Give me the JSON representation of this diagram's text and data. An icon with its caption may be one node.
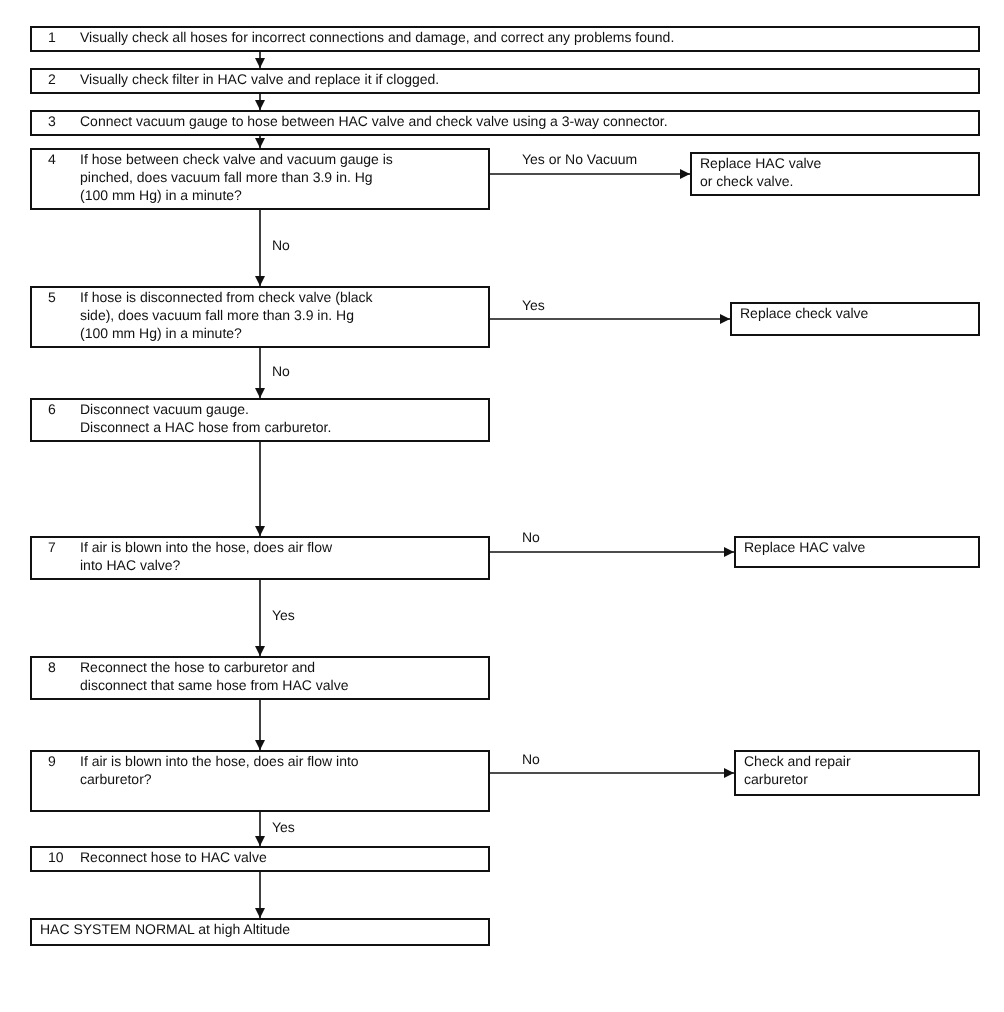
{
  "diagram": {
    "nodes": [
      {
        "text": [
          "1",
          "Visually check all hoses for incorrect connections and damage, and correct any problems found."
        ]
      },
      {
        "text": [
          "2",
          "Visually check filter in HAC valve and replace it if clogged."
        ]
      },
      {
        "text": [
          "3",
          "Connect vacuum gauge to hose between HAC valve and check valve using a 3-way connector."
        ]
      },
      {
        "text": [
          "4",
          "If hose between check valve and vacuum gauge is pinched, does vacuum fall more than 3.9 in. Hg (100 mm Hg) in a minute?"
        ]
      },
      {
        "text": [
          "Replace HAC valve or check valve."
        ]
      },
      {
        "text": [
          "5",
          "If hose is disconnected from check valve (black side), does vacuum fall more than 3.9 in. Hg (100 mm Hg) in a minute?"
        ]
      },
      {
        "text": [
          "Replace check valve"
        ]
      },
      {
        "text": [
          "6",
          "Disconnect vacuum gauge.",
          "Disconnect a HAC hose from carburetor."
        ]
      },
      {
        "text": [
          "7",
          "If air is blown into the hose, does air flow into HAC valve?"
        ]
      },
      {
        "text": [
          "Replace HAC valve"
        ]
      },
      {
        "text": [
          "8",
          "Reconnect the hose to carburetor and disconnect that same hose from HAC valve"
        ]
      },
      {
        "text": [
          "9",
          "If air is blown into the hose, does air flow into carburetor?"
        ]
      },
      {
        "text": [
          "Check and repair carburetor"
        ]
      },
      {
        "text": [
          "10",
          "Reconnect hose to HAC valve"
        ]
      },
      {
        "text": [
          "HAC SYSTEM NORMAL at high Altitude"
        ]
      }
    ],
    "edges": [
      {
        "from": 0,
        "to": 1,
        "arrow": "to"
      },
      {
        "from": 1,
        "to": 2,
        "arrow": "to"
      },
      {
        "from": 2,
        "to": 3,
        "arrow": "to"
      },
      {
        "from": 3,
        "to": 4,
        "arrow": "to",
        "label": "Yes or No Vacuum"
      },
      {
        "from": 3,
        "to": 5,
        "arrow": "to",
        "label": "No"
      },
      {
        "from": 5,
        "to": 6,
        "arrow": "to",
        "label": "Yes"
      },
      {
        "from": 5,
        "to": 7,
        "arrow": "to",
        "label": "No"
      },
      {
        "from": 7,
        "to": 8,
        "arrow": "to"
      },
      {
        "from": 8,
        "to": 9,
        "arrow": "to",
        "label": "No"
      },
      {
        "from": 8,
        "to": 10,
        "arrow": "to",
        "label": "Yes"
      },
      {
        "from": 10,
        "to": 11,
        "arrow": "to"
      },
      {
        "from": 11,
        "to": 12,
        "arrow": "to",
        "label": "No"
      },
      {
        "from": 11,
        "to": 13,
        "arrow": "to",
        "label": "Yes"
      },
      {
        "from": 13,
        "to": 14,
        "arrow": "to"
      }
    ]
  }
}
